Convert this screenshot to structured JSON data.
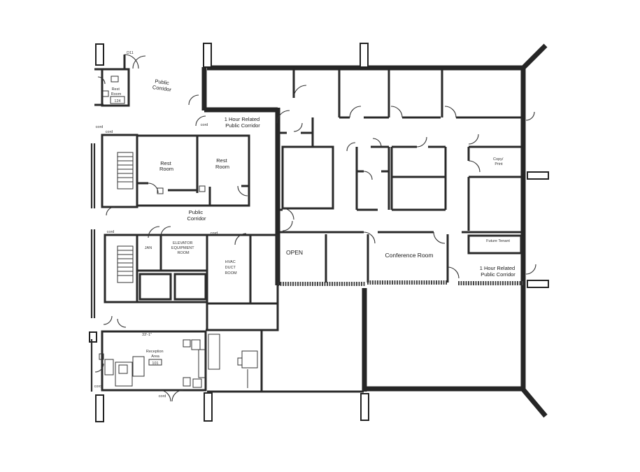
{
  "rooms": {
    "public_corridor_top": [
      "Public",
      "Corridor"
    ],
    "rest_room_small": [
      "Rest",
      "Room"
    ],
    "room_number_124": "124",
    "one_hour_corridor_top": [
      "1 Hour Related",
      "Public Corridor"
    ],
    "rest_room_left": [
      "Rest",
      "Room"
    ],
    "rest_room_right": [
      "Rest",
      "Room"
    ],
    "public_corridor_mid": [
      "Public",
      "Corridor"
    ],
    "jan": "JAN",
    "elevator_equipment": [
      "ELEVATOR",
      "EQUIPMENT",
      "ROOM"
    ],
    "hvac": [
      "HVAC",
      "DUCT",
      "ROOM"
    ],
    "open": "OPEN",
    "conference_room": "Conference Room",
    "copy_print": [
      "Copy/",
      "Print"
    ],
    "future_tenant": "Future Tenant",
    "one_hour_corridor_right": [
      "1 Hour Related",
      "Public Corridor"
    ],
    "reception": [
      "Reception",
      "Area"
    ],
    "room_number_101": "101"
  },
  "dimension_note": "33'-1\"",
  "door_tags": [
    "D11",
    "cord",
    "cord",
    "cord",
    "cord",
    "cord",
    "cord",
    "cord"
  ]
}
